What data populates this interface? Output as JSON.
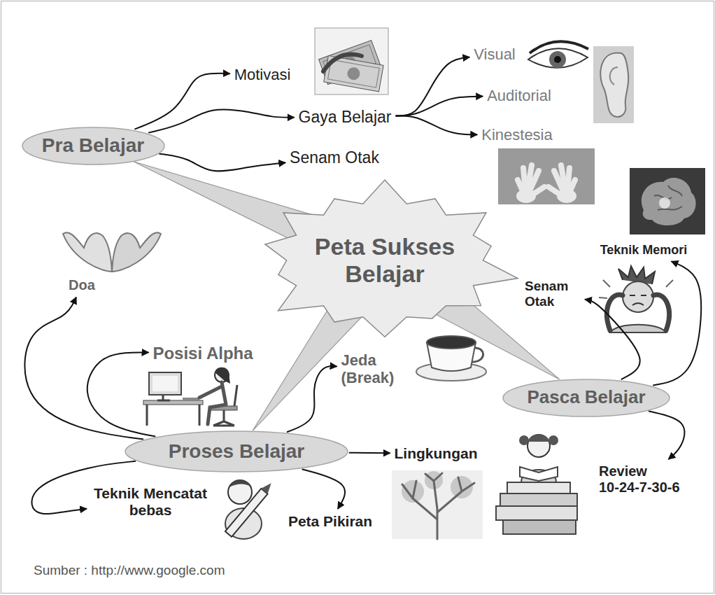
{
  "diagram": {
    "caption": "Sumber : http://www.google.com",
    "nodes": [
      {
        "text": [
          "Pra Belajar"
        ]
      },
      {
        "text": [
          "Motivasi"
        ]
      },
      {
        "text": [
          "Gaya Belajar"
        ]
      },
      {
        "text": [
          "Senam Otak"
        ]
      },
      {
        "text": [
          "Visual"
        ]
      },
      {
        "text": [
          "Auditorial"
        ]
      },
      {
        "text": [
          "Kinestesia"
        ]
      },
      {
        "text": [
          "Peta Sukses Belajar"
        ]
      },
      {
        "text": [
          "Teknik Memori"
        ]
      },
      {
        "text": [
          "Senam Otak"
        ]
      },
      {
        "text": [
          "Doa"
        ]
      },
      {
        "text": [
          "Posisi Alpha"
        ]
      },
      {
        "text": [
          "Jeda (Break)"
        ]
      },
      {
        "text": [
          "Pasca Belajar"
        ]
      },
      {
        "text": [
          "Proses Belajar"
        ]
      },
      {
        "text": [
          "Lingkungan"
        ]
      },
      {
        "text": [
          "Review 10-24-7-30-6"
        ]
      },
      {
        "text": [
          "Teknik Mencatat bebas"
        ]
      },
      {
        "text": [
          "Peta Pikiran"
        ]
      }
    ],
    "edges": [
      {
        "from": 7,
        "to": 0,
        "arrow": "none"
      },
      {
        "from": 7,
        "to": 14,
        "arrow": "none"
      },
      {
        "from": 7,
        "to": 13,
        "arrow": "none"
      },
      {
        "from": 0,
        "to": 1,
        "arrow": "to"
      },
      {
        "from": 0,
        "to": 2,
        "arrow": "to"
      },
      {
        "from": 0,
        "to": 3,
        "arrow": "to"
      },
      {
        "from": 2,
        "to": 4,
        "arrow": "to"
      },
      {
        "from": 2,
        "to": 5,
        "arrow": "to"
      },
      {
        "from": 2,
        "to": 6,
        "arrow": "to"
      },
      {
        "from": 14,
        "to": 10,
        "arrow": "to"
      },
      {
        "from": 14,
        "to": 11,
        "arrow": "to"
      },
      {
        "from": 14,
        "to": 17,
        "arrow": "to"
      },
      {
        "from": 14,
        "to": 12,
        "arrow": "to"
      },
      {
        "from": 14,
        "to": 15,
        "arrow": "to"
      },
      {
        "from": 14,
        "to": 18,
        "arrow": "to"
      },
      {
        "from": 13,
        "to": 8,
        "arrow": "to"
      },
      {
        "from": 13,
        "to": 9,
        "arrow": "to"
      },
      {
        "from": 13,
        "to": 16,
        "arrow": "to"
      }
    ]
  }
}
